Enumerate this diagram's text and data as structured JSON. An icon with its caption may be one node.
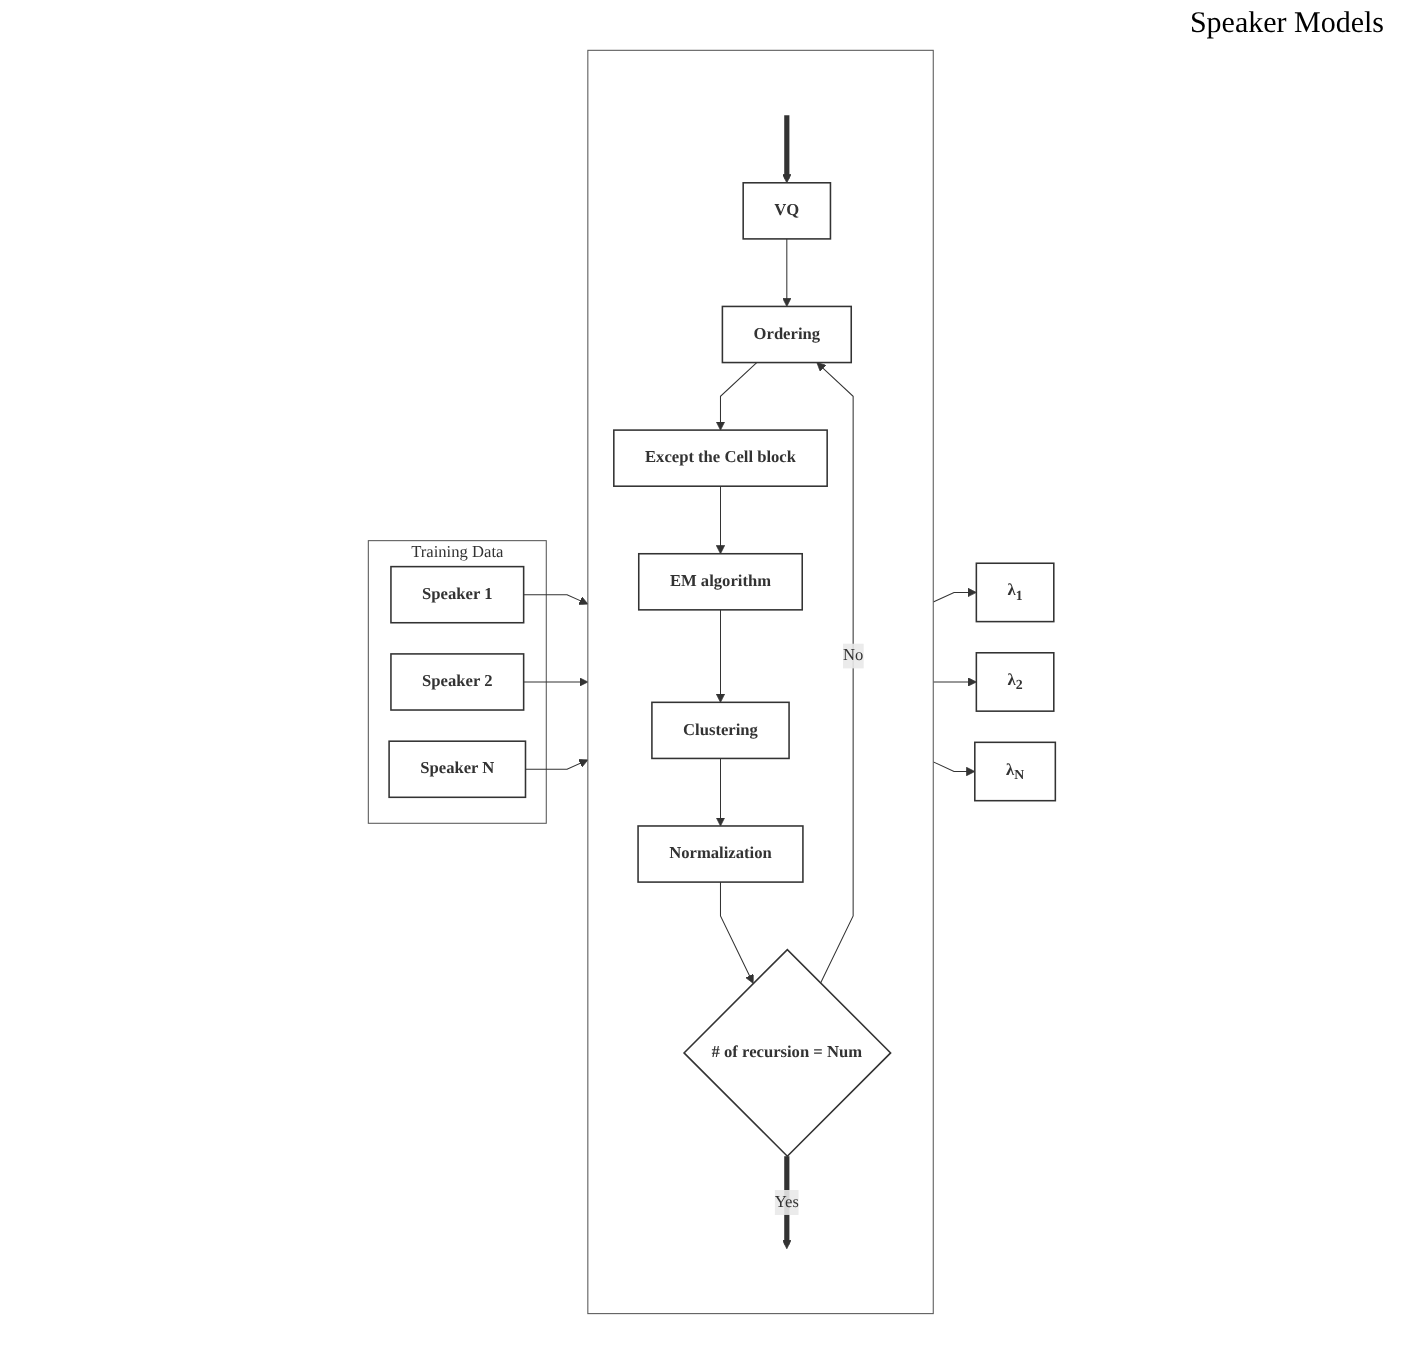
{
  "diagram": {
    "nodes": [
      {
        "text": [
          "Training Data"
        ]
      },
      {
        "text": [
          "Speaker 1"
        ],
        "in": 0
      },
      {
        "text": [
          "Speaker 2"
        ],
        "in": 0
      },
      {
        "text": [
          "Speaker N"
        ],
        "in": 0
      },
      {
        "text": [],
        "shape": "box"
      },
      {
        "text": [
          "VQ"
        ],
        "in": 4
      },
      {
        "text": [
          "Ordering"
        ],
        "in": 4
      },
      {
        "text": [
          "Except the Cell block"
        ],
        "in": 4
      },
      {
        "text": [
          "EM algorithm"
        ],
        "in": 4
      },
      {
        "text": [
          "Clustering"
        ],
        "in": 4
      },
      {
        "text": [
          "Normalization"
        ],
        "in": 4
      },
      {
        "text": [
          "# of recursion = Num"
        ],
        "in": 4
      },
      {
        "text": [
          "λ$_{1}$"
        ]
      },
      {
        "text": [
          "λ$_{2}$"
        ]
      },
      {
        "text": [
          "λ$_{N}$"
        ]
      }
    ],
    "edges": [
      {
        "from": 1,
        "to": 4,
        "arrow": "to"
      },
      {
        "from": 2,
        "to": 4,
        "arrow": "to"
      },
      {
        "from": 3,
        "to": 4,
        "arrow": "to"
      },
      {
        "from": null,
        "to": 5,
        "arrow": "to",
        "style": "thick"
      },
      {
        "from": 5,
        "to": 6,
        "arrow": "to"
      },
      {
        "from": 6,
        "to": 7,
        "arrow": "to"
      },
      {
        "from": 7,
        "to": 8,
        "arrow": "to"
      },
      {
        "from": 8,
        "to": 9,
        "arrow": "to"
      },
      {
        "from": 9,
        "to": 10,
        "arrow": "to"
      },
      {
        "from": 10,
        "to": 11,
        "arrow": "to"
      },
      {
        "from": 11,
        "to": 6,
        "arrow": "to",
        "label": "No"
      },
      {
        "from": 11,
        "to": null,
        "arrow": "to",
        "label": "Yes",
        "style": "thick"
      },
      {
        "from": 4,
        "to": 12,
        "arrow": "to"
      },
      {
        "from": 4,
        "to": 13,
        "arrow": "to"
      },
      {
        "from": 4,
        "to": 14,
        "arrow": "to"
      }
    ],
    "labels": [
      "Speaker Models"
    ]
  }
}
